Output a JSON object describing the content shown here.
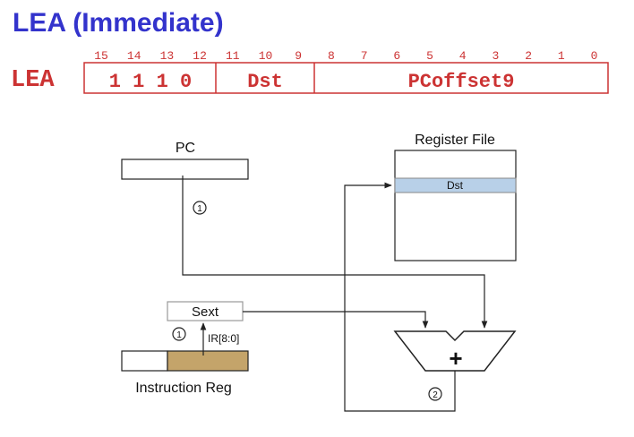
{
  "title": "LEA (Immediate)",
  "colors": {
    "title": "#3333cc",
    "encoding": "#cc3333",
    "register_highlight": "#b8d0e8",
    "ir_offset_field": "#c4a46a",
    "line": "#222222"
  },
  "encoding": {
    "opcode_name": "LEA",
    "bit_numbers": [
      "15",
      "14",
      "13",
      "12",
      "11",
      "10",
      "9",
      "8",
      "7",
      "6",
      "5",
      "4",
      "3",
      "2",
      "1",
      "0"
    ],
    "fields": [
      {
        "name": "opcode",
        "text": "1 1 1 0"
      },
      {
        "name": "dst",
        "text": "Dst"
      },
      {
        "name": "pcoffset9",
        "text": "PCoffset9"
      }
    ]
  },
  "datapath": {
    "pc_label": "PC",
    "register_file_label": "Register File",
    "dst_row_label": "Dst",
    "sext_label": "Sext",
    "ir_bits_label": "IR[8:0]",
    "instruction_reg_label": "Instruction Reg",
    "adder_symbol": "+",
    "step_markers": [
      "1",
      "1",
      "2"
    ]
  }
}
